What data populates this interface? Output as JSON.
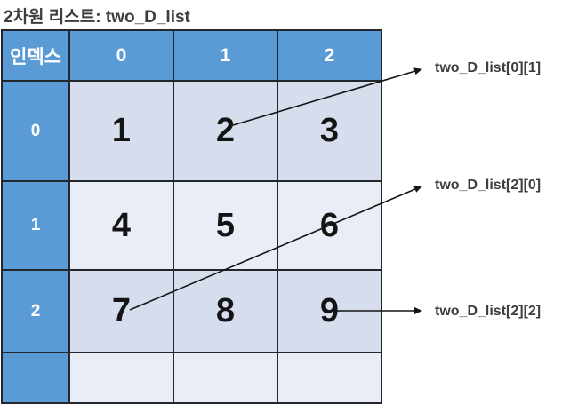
{
  "title": "2차원 리스트: two_D_list",
  "table": {
    "header": {
      "index_label": "인덱스",
      "cols": [
        "0",
        "1",
        "2"
      ]
    },
    "rows": [
      {
        "index": "0",
        "cells": [
          "1",
          "2",
          "3"
        ]
      },
      {
        "index": "1",
        "cells": [
          "4",
          "5",
          "6"
        ]
      },
      {
        "index": "2",
        "cells": [
          "7",
          "8",
          "9"
        ]
      }
    ]
  },
  "annotations": [
    {
      "label": "two_D_list[0][1]",
      "from_value": "2"
    },
    {
      "label": "two_D_list[2][0]",
      "from_value": "7"
    },
    {
      "label": "two_D_list[2][2]",
      "from_value": "9"
    }
  ],
  "colors": {
    "header_blue": "#5b9bd5",
    "band_light": "#d6deee",
    "band_lighter": "#e9edf6",
    "border_dark": "#24262e",
    "text_dark": "#3d3d3d",
    "num_black": "#141414"
  }
}
